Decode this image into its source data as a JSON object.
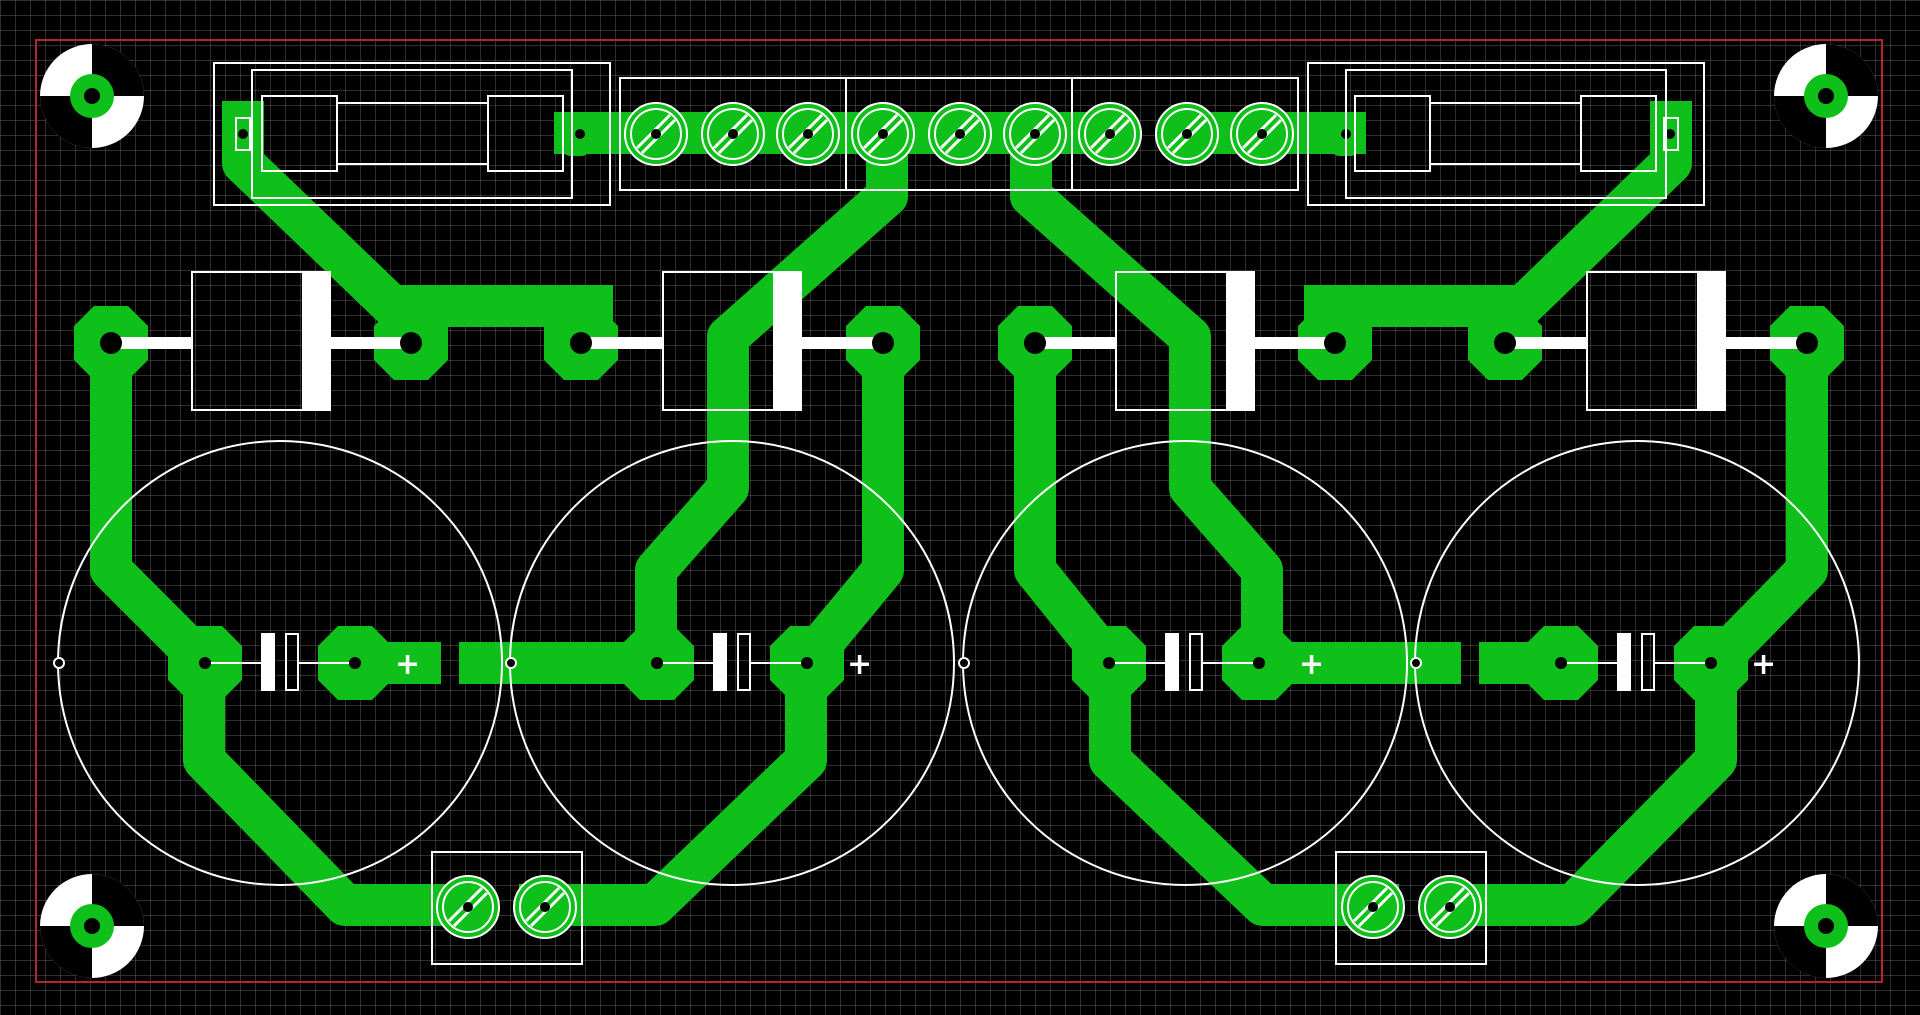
{
  "view": {
    "background": "#000000",
    "grid_color": "#5e5e5e",
    "board_outline_color": "#b3262f",
    "copper_color": "#0fbf1a",
    "silkscreen_color": "#ffffff",
    "pad_hole_color": "#000000"
  },
  "electrolytic_capacitors": [
    {
      "polarity_mark": "+"
    },
    {
      "polarity_mark": "+"
    },
    {
      "polarity_mark": "+"
    },
    {
      "polarity_mark": "+"
    }
  ],
  "components": {
    "mounting_holes": 4,
    "fuse_holders": 2,
    "film_capacitors": 4,
    "electrolytic_capacitors": 4,
    "terminal_blocks_3pin": 3,
    "terminal_blocks_2pin": 2
  },
  "icons": {
    "mounting_hole": "mounting-hole-icon",
    "screw_terminal": "screw-terminal-icon"
  }
}
